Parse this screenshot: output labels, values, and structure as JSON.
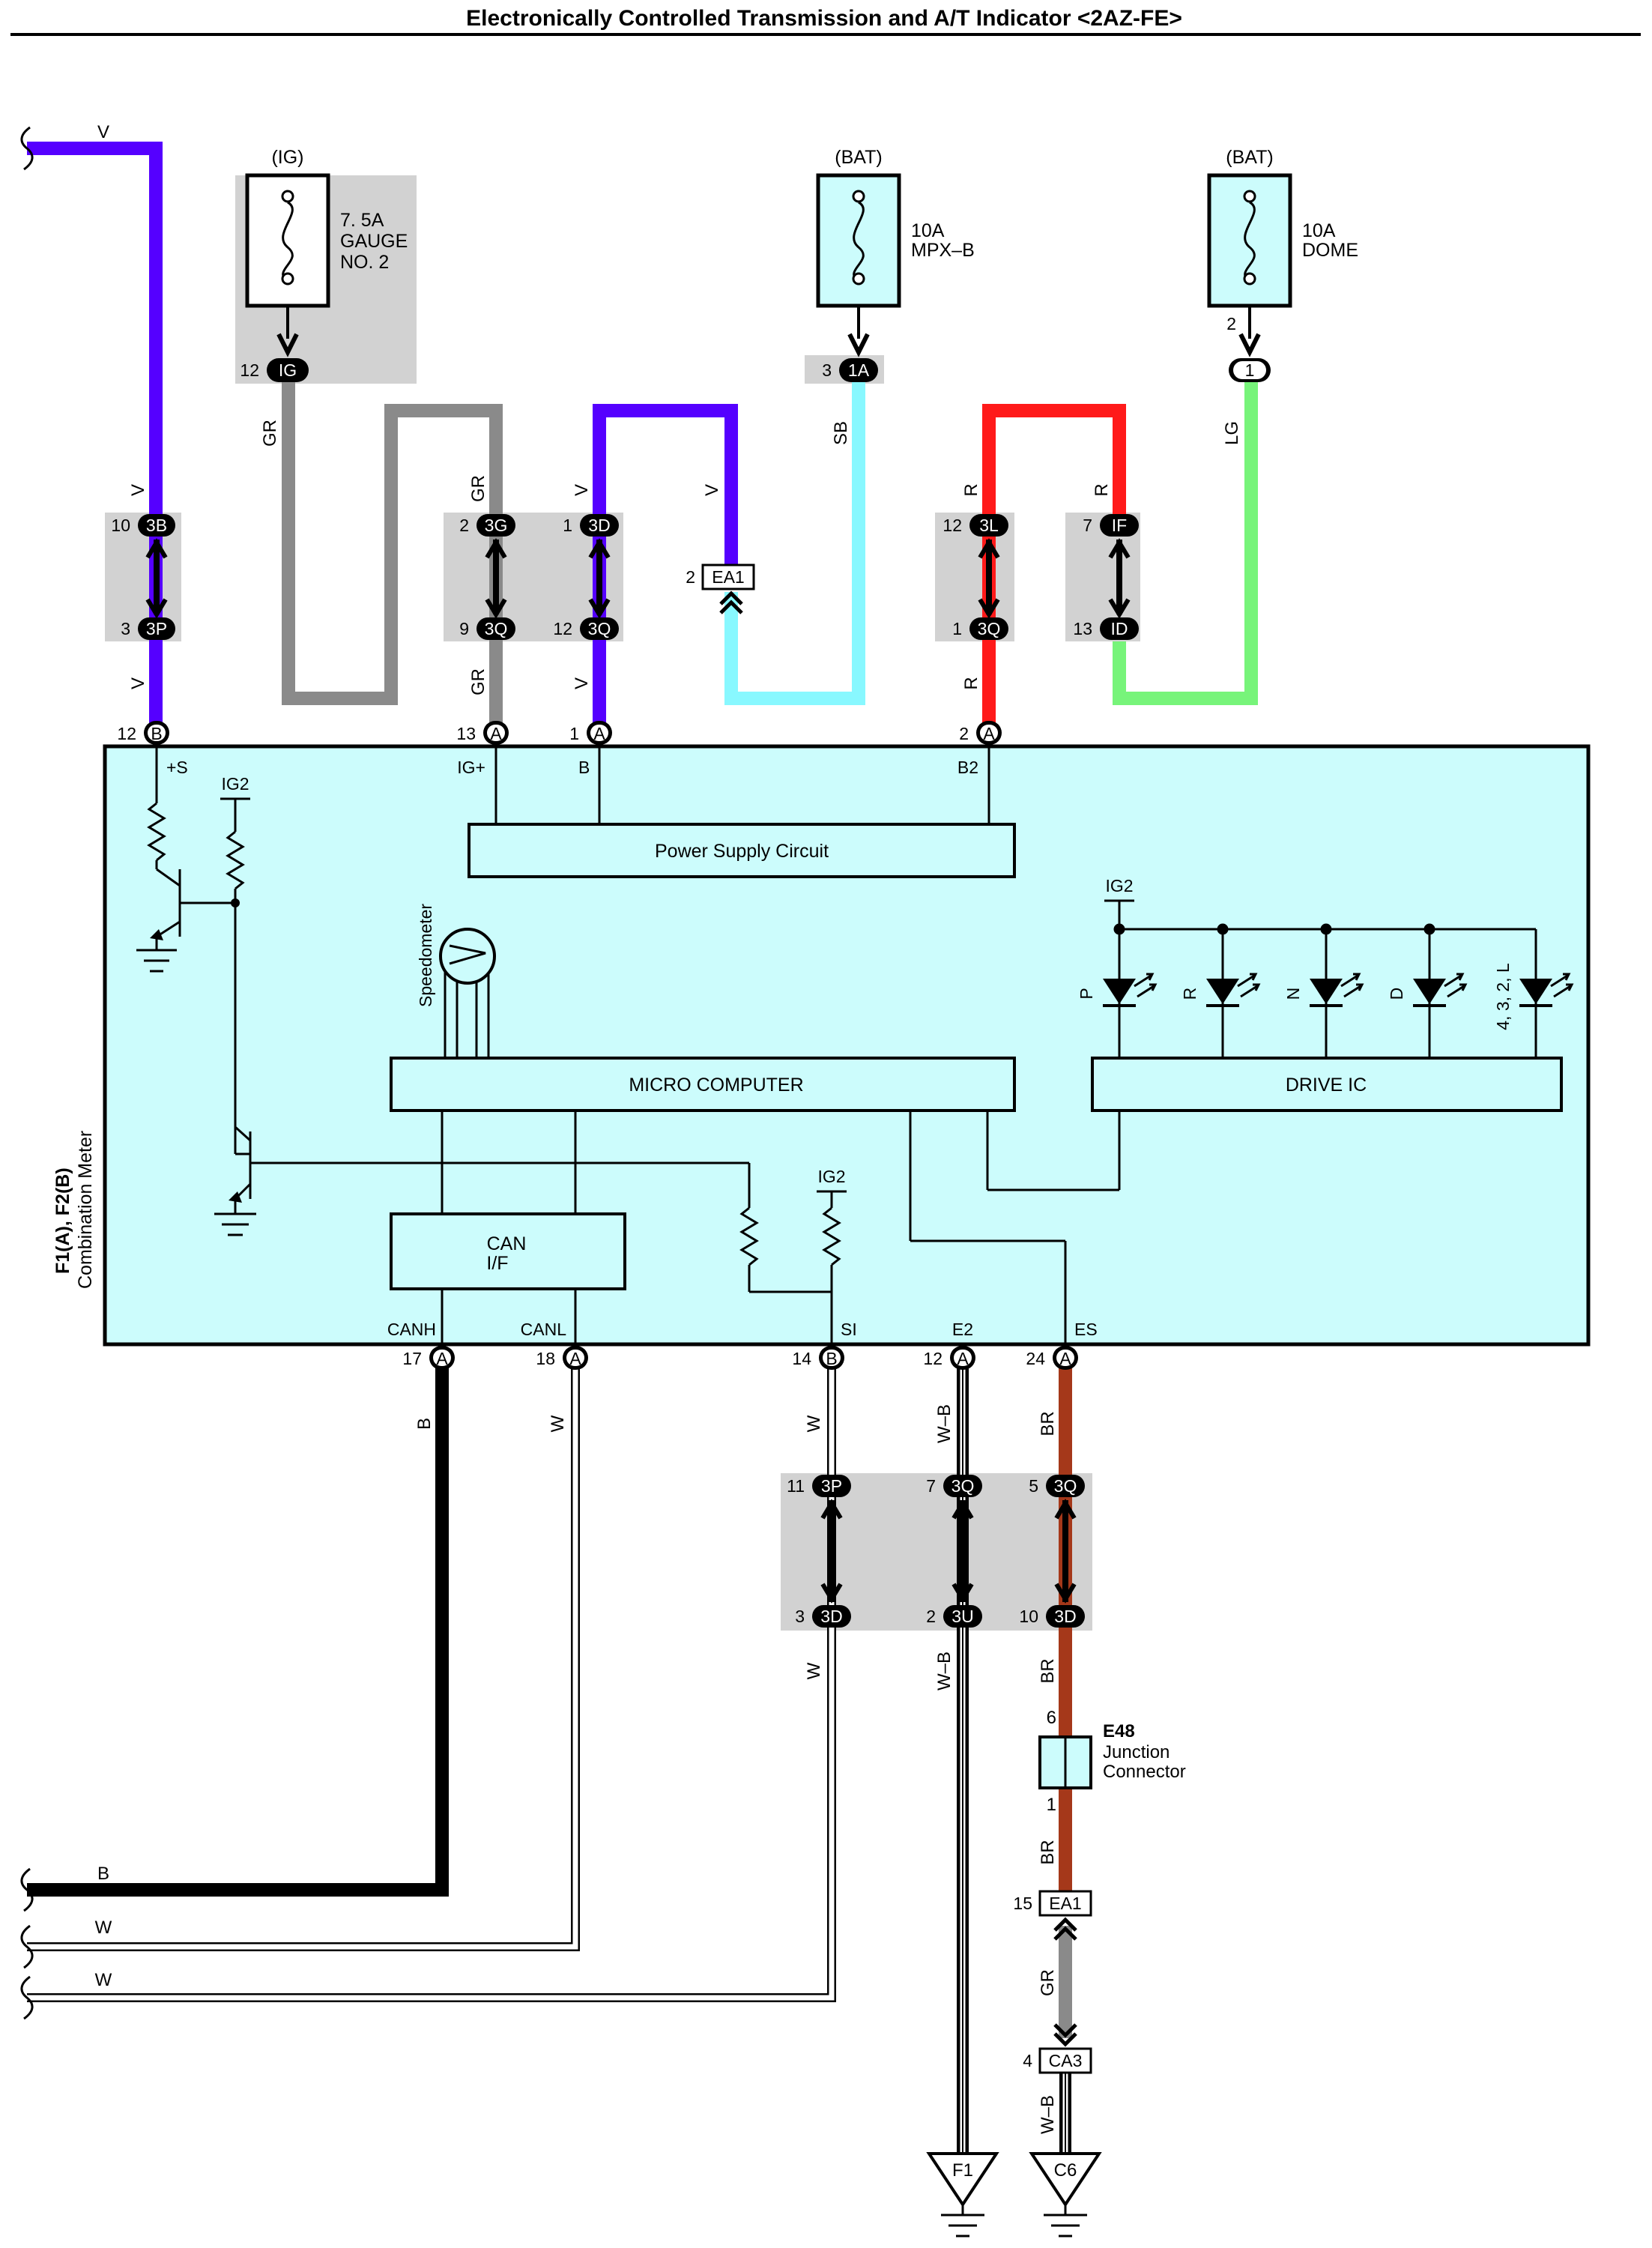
{
  "title": "Electronically Controlled Transmission and A/T Indicator <2AZ-FE>",
  "colors": {
    "violet": "#5500ff",
    "gray": "#8a8a8a",
    "sky": "#88f8ff",
    "red": "#ff1a1a",
    "lightgreen": "#77f47a",
    "brown": "#a5381a",
    "black": "#000000",
    "meter_fill": "#ccfcfc",
    "connector_shade": "#d2d2d2"
  },
  "fuses": {
    "gauge": {
      "source": "(IG)",
      "rating": "7. 5A",
      "name1": "GAUGE",
      "name2": "NO. 2",
      "pin": "12",
      "conn": "IG"
    },
    "mpx": {
      "source": "(BAT)",
      "rating": "10A",
      "name1": "MPX–B",
      "pin": "3",
      "conn": "1A"
    },
    "dome": {
      "source": "(BAT)",
      "rating": "10A",
      "name1": "DOME",
      "pin": "2",
      "conn": "1"
    }
  },
  "wire_colors": {
    "V": "V",
    "GR": "GR",
    "SB": "SB",
    "R": "R",
    "LG": "LG",
    "B": "B",
    "W": "W",
    "WB": "W–B",
    "BR": "BR"
  },
  "connectors": {
    "c3B": {
      "pin": "10",
      "name": "3B"
    },
    "c3P_top": {
      "pin": "3",
      "name": "3P"
    },
    "c3G": {
      "pin": "2",
      "name": "3G"
    },
    "c3Q_a": {
      "pin": "9",
      "name": "3Q"
    },
    "c3D_top": {
      "pin": "1",
      "name": "3D"
    },
    "c3Q_b": {
      "pin": "12",
      "name": "3Q"
    },
    "cEA1_top": {
      "pin": "2",
      "name": "EA1"
    },
    "c3L": {
      "pin": "12",
      "name": "3L"
    },
    "c3Q_c": {
      "pin": "1",
      "name": "3Q"
    },
    "cIF": {
      "pin": "7",
      "name": "IF"
    },
    "cID": {
      "pin": "13",
      "name": "ID"
    },
    "c3P_bot": {
      "pin": "11",
      "name": "3P"
    },
    "c3D_b1": {
      "pin": "3",
      "name": "3D"
    },
    "c3Q_d": {
      "pin": "7",
      "name": "3Q"
    },
    "c3U": {
      "pin": "2",
      "name": "3U"
    },
    "c3Q_e": {
      "pin": "5",
      "name": "3Q"
    },
    "c3D_b2": {
      "pin": "10",
      "name": "3D"
    },
    "cEA1_bot": {
      "pin": "15",
      "name": "EA1"
    },
    "cCA3": {
      "pin": "4",
      "name": "CA3"
    }
  },
  "meter": {
    "label1": "F1(A), F2(B)",
    "label2": "Combination Meter",
    "top_pins": [
      {
        "pin": "12",
        "conn": "B",
        "term": "+S"
      },
      {
        "pin": "13",
        "conn": "A",
        "term": "IG+"
      },
      {
        "pin": "1",
        "conn": "A",
        "term": "B"
      },
      {
        "pin": "2",
        "conn": "A",
        "term": "B2"
      }
    ],
    "bottom_pins": [
      {
        "pin": "17",
        "conn": "A",
        "term": "CANH"
      },
      {
        "pin": "18",
        "conn": "A",
        "term": "CANL"
      },
      {
        "pin": "14",
        "conn": "B",
        "term": "SI"
      },
      {
        "pin": "12",
        "conn": "A",
        "term": "E2"
      },
      {
        "pin": "24",
        "conn": "A",
        "term": "ES"
      }
    ],
    "power_supply": "Power Supply Circuit",
    "micro": "MICRO COMPUTER",
    "drive_ic": "DRIVE IC",
    "can_if_1": "CAN",
    "can_if_2": "I/F",
    "speedometer": "Speedometer",
    "ig2": "IG2",
    "leds": [
      "P",
      "R",
      "N",
      "D",
      "4, 3, 2, L"
    ]
  },
  "junction": {
    "name": "E48",
    "desc1": "Junction",
    "desc2": "Connector",
    "pin_top": "6",
    "pin_bot": "1"
  },
  "grounds": [
    "F1",
    "C6"
  ]
}
